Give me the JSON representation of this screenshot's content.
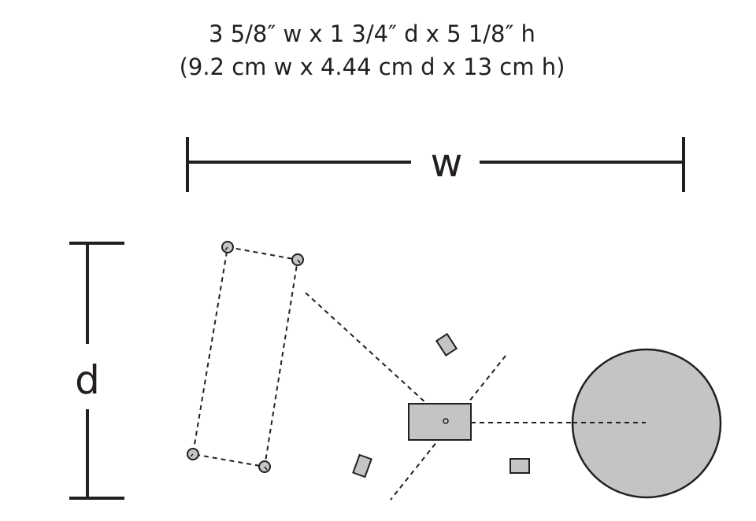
{
  "dimensions": {
    "imperial": "3 5/8″ w x 1 3/4″ d x 5 1/8″ h",
    "metric": "(9.2 cm w x 4.44 cm d x 13 cm h)"
  },
  "labels": {
    "width": "w",
    "depth": "d"
  },
  "colors": {
    "stroke": "#231f20",
    "component_fill": "#c4c4c6"
  }
}
